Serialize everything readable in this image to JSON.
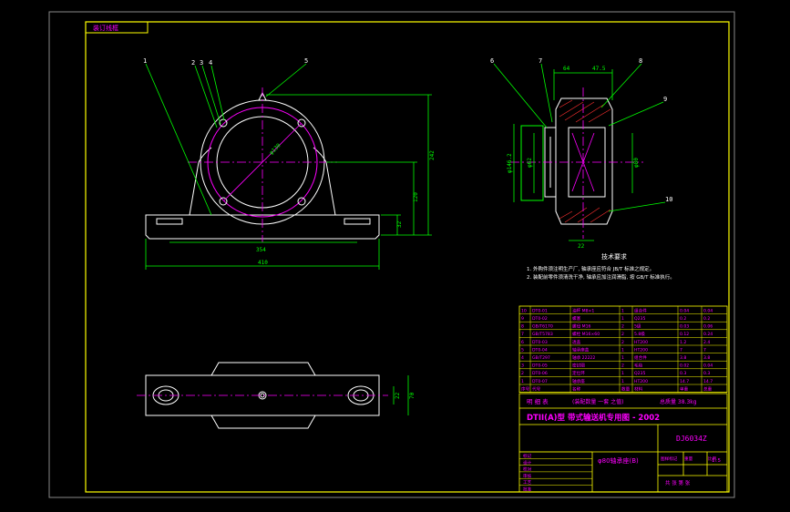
{
  "colors": {
    "background": "#000000",
    "frame": "#ffff00",
    "outline": "#ffffff",
    "leader": "#00ff00",
    "center": "#ff00ff",
    "dim": "#00ff00",
    "hatch": "#ff3030",
    "table_text": "#ff00ff",
    "table_line": "#ffff00"
  },
  "corner_stamp": "装订线框",
  "balloons": [
    "1",
    "2",
    "3",
    "4",
    "5",
    "6",
    "7",
    "8",
    "9",
    "10"
  ],
  "dims": {
    "bore": "φ130",
    "height": "242",
    "center_height": "120",
    "base_thk": "32",
    "bolt_span": "354",
    "length": "410",
    "width_a": "64",
    "width_b": "47.5",
    "dia_a": "φ146.2",
    "dia_b": "φ62",
    "dia_c": "φ80",
    "foot": "22",
    "slot": "22",
    "plan_w": "70"
  },
  "notes": {
    "title": "技术要求",
    "line1": "1. 外购件须注明生产厂, 轴承座应符合 JB/T 标准之规定。",
    "line2": "2. 装配前零件须清洗干净, 轴承应加注润滑脂, 按 GB/T 标准执行。"
  },
  "parts": [
    {
      "no": "10",
      "code": "DT0-01",
      "name": "油杯 M8×1",
      "qty": "1",
      "mat": "组合件",
      "w1": "0.04",
      "w2": "0.04"
    },
    {
      "no": "9",
      "code": "DT0-02",
      "name": "螺塞",
      "qty": "1",
      "mat": "Q235",
      "w1": "0.2",
      "w2": "0.2"
    },
    {
      "no": "8",
      "code": "GB/T6170",
      "name": "螺母 M16",
      "qty": "2",
      "mat": "5级",
      "w1": "0.03",
      "w2": "0.06"
    },
    {
      "no": "7",
      "code": "GB/T5783",
      "name": "螺栓 M16×60",
      "qty": "2",
      "mat": "5.8级",
      "w1": "0.12",
      "w2": "0.24"
    },
    {
      "no": "6",
      "code": "DT0-03",
      "name": "透盖",
      "qty": "2",
      "mat": "HT200",
      "w1": "1.2",
      "w2": "2.4"
    },
    {
      "no": "5",
      "code": "DT0-04",
      "name": "轴承座盖",
      "qty": "1",
      "mat": "HT200",
      "w1": "7",
      "w2": "7"
    },
    {
      "no": "4",
      "code": "GB/T297",
      "name": "轴承 22222",
      "qty": "1",
      "mat": "组合件",
      "w1": "3.8",
      "w2": "3.8"
    },
    {
      "no": "3",
      "code": "DT0-05",
      "name": "密封圈",
      "qty": "2",
      "mat": "毛毡",
      "w1": "0.02",
      "w2": "0.04"
    },
    {
      "no": "2",
      "code": "DT0-06",
      "name": "定位环",
      "qty": "1",
      "mat": "Q235",
      "w1": "0.3",
      "w2": "0.3"
    },
    {
      "no": "1",
      "code": "DT0-07",
      "name": "轴承座",
      "qty": "1",
      "mat": "HT200",
      "w1": "14.7",
      "w2": "14.7"
    }
  ],
  "table_header": [
    "序号",
    "代号",
    "名称",
    "数量",
    "材料",
    "单重",
    "总重"
  ],
  "table_footer": {
    "left": "明 细 表",
    "mid": "(装配数量 一套 之值)",
    "total": "总质量 38.3kg"
  },
  "title_block": {
    "series": "DTII(A)型  带式输送机专用图 - 2002",
    "drawing_no": "DJ6034Z",
    "part_name": "φ80轴承座(B)",
    "rows": [
      "标记",
      "设计",
      "校对",
      "审核",
      "工艺",
      "批准"
    ],
    "right_labels": [
      "图样标记",
      "重量",
      "比例"
    ],
    "scale": "1:5",
    "sheet": "共 张  第 张"
  }
}
